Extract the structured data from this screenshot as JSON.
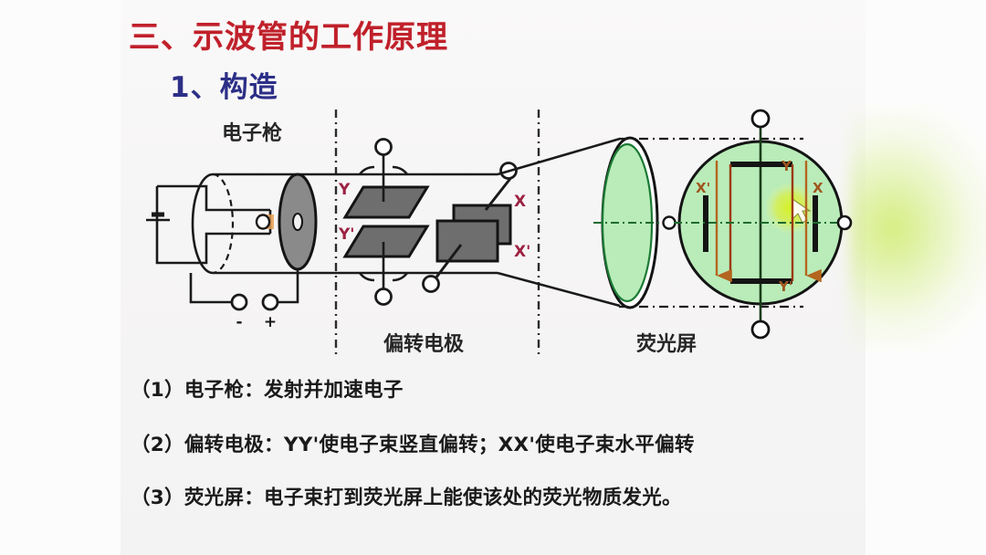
{
  "slide": {
    "title": "三、示波管的工作原理",
    "subtitle": "1、构造",
    "background_color": "#faf9f9"
  },
  "diagram": {
    "name": "oscilloscope-tube-structure",
    "section_labels": [
      {
        "id": "electron-gun",
        "text": "电子枪"
      },
      {
        "id": "deflection-plates",
        "text": "偏转电极"
      },
      {
        "id": "fluorescent-screen",
        "text": "荧光屏"
      }
    ],
    "electrode_labels": {
      "y_top": "Y",
      "y_bottom": "Y'",
      "x_top": "X",
      "x_bottom": "X'",
      "color": "#9c2242"
    },
    "screen_face_labels": {
      "y_top": "Y",
      "y_bottom": "Y'",
      "x_left": "X'",
      "x_right": "X",
      "color": "#a0561f"
    },
    "terminal_labels": {
      "negative": "-",
      "positive": "+"
    },
    "colors": {
      "plate_fill": "#6e6e6e",
      "plate_stroke": "#1a1a1a",
      "anode_fill": "#888888",
      "screen_green": "#b9ecb9",
      "glow_yellow": "#ccee22",
      "wire": "#1a1a1a",
      "arrow_brown": "#b4651f",
      "screen_outline_green": "#1b7a34"
    }
  },
  "bullets": [
    {
      "id": "b1",
      "text": "（1）电子枪：发射并加速电子"
    },
    {
      "id": "b2",
      "text": "（2）偏转电极：YY'使电子束竖直偏转；XX'使电子束水平偏转"
    },
    {
      "id": "b3",
      "text": "（3）荧光屏：电子束打到荧光屏上能使该处的荧光物质发光。"
    }
  ]
}
